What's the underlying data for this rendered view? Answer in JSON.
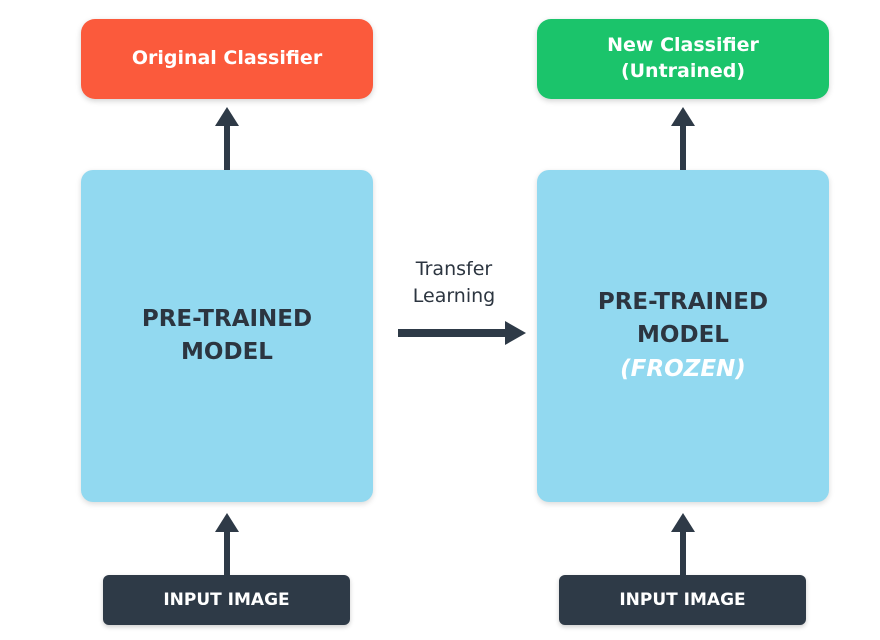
{
  "left": {
    "classifier_label": "Original Classifier",
    "model_line1": "PRE-TRAINED",
    "model_line2": "MODEL",
    "input_label": "INPUT IMAGE"
  },
  "right": {
    "classifier_line1": "New Classifier",
    "classifier_line2": "(Untrained)",
    "model_line1": "PRE-TRAINED",
    "model_line2": "MODEL",
    "model_line3": "(FROZEN)",
    "input_label": "INPUT IMAGE"
  },
  "transfer": {
    "line1": "Transfer",
    "line2": "Learning"
  },
  "colors": {
    "original_classifier": "#fb5a3c",
    "new_classifier": "#1bc46b",
    "model": "#92d9f0",
    "input": "#2e3a47",
    "arrow": "#2e3a47"
  }
}
